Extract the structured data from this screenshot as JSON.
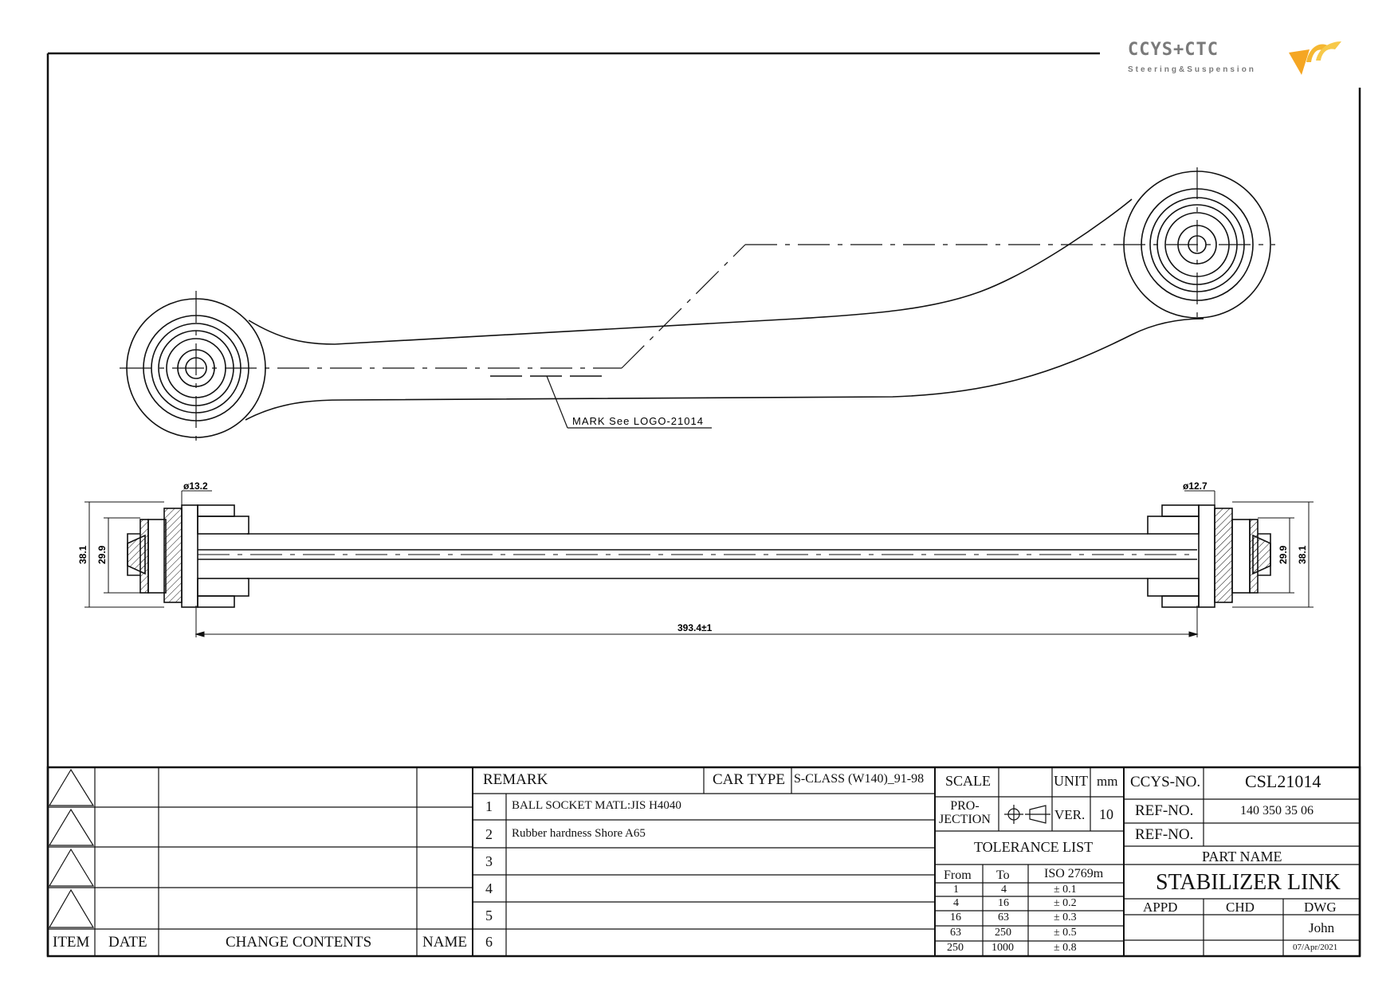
{
  "logo": {
    "brand": "CCYS+CTC",
    "tagline": "Steering&Suspension"
  },
  "drawing": {
    "mark_note": "MARK  See LOGO-21014",
    "dims": {
      "left_hole": "ø13.2",
      "right_hole": "ø12.7",
      "left_outer": "38.1",
      "left_inner": "29.9",
      "right_inner": "29.9",
      "right_outer": "38.1",
      "length": "393.4±1"
    }
  },
  "revision_table": {
    "headers": {
      "item": "ITEM",
      "date": "DATE",
      "change": "CHANGE CONTENTS",
      "name": "NAME"
    }
  },
  "remarks": {
    "title": "REMARK",
    "car_type_label": "CAR TYPE",
    "car_type_value": "S-CLASS (W140)_91-98",
    "rows": [
      {
        "num": "1",
        "text": "BALL SOCKET MATL:JIS H4040"
      },
      {
        "num": "2",
        "text": "Rubber hardness Shore A65"
      },
      {
        "num": "3",
        "text": ""
      },
      {
        "num": "4",
        "text": ""
      },
      {
        "num": "5",
        "text": ""
      },
      {
        "num": "6",
        "text": ""
      }
    ]
  },
  "spec": {
    "scale_label": "SCALE",
    "scale_value": "",
    "unit_label": "UNIT",
    "unit_value": "mm",
    "projection_label": "PRO-\nJECTION",
    "ver_label": "VER.",
    "ver_value": "10",
    "tolerance_title": "TOLERANCE LIST",
    "tolerance_headers": {
      "from": "From",
      "to": "To",
      "std": "ISO 2769m"
    },
    "tolerance_rows": [
      {
        "from": "1",
        "to": "4",
        "tol": "± 0.1"
      },
      {
        "from": "4",
        "to": "16",
        "tol": "± 0.2"
      },
      {
        "from": "16",
        "to": "63",
        "tol": "± 0.3"
      },
      {
        "from": "63",
        "to": "250",
        "tol": "± 0.5"
      },
      {
        "from": "250",
        "to": "1000",
        "tol": "± 0.8"
      }
    ]
  },
  "part": {
    "ccys_label": "CCYS-NO.",
    "ccys_value": "CSL21014",
    "ref1_label": "REF-NO.",
    "ref1_value": "140 350 35 06",
    "ref2_label": "REF-NO.",
    "ref2_value": "",
    "part_name_label": "PART NAME",
    "part_name": "STABILIZER LINK",
    "appd_label": "APPD",
    "chd_label": "CHD",
    "dwg_label": "DWG",
    "dwg_name": "John",
    "dwg_date": "07/Apr/2021"
  }
}
